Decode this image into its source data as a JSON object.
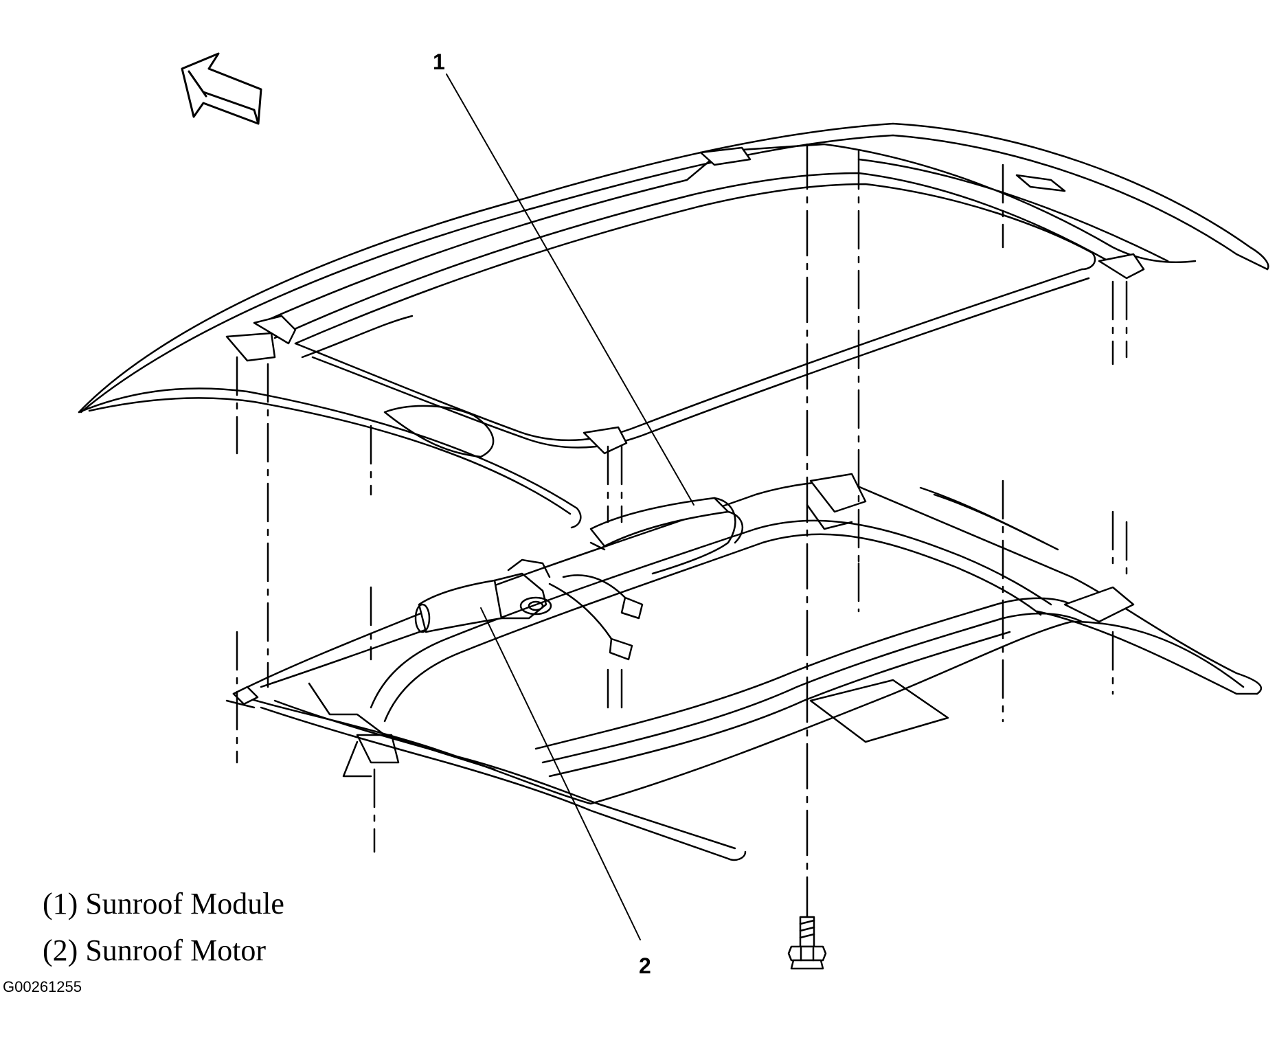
{
  "callouts": {
    "one": "1",
    "two": "2"
  },
  "legend": [
    {
      "number": "(1)",
      "text": "Sunroof Module"
    },
    {
      "number": "(2)",
      "text": "Sunroof Motor"
    }
  ],
  "figure_id": "G00261255",
  "icons": {
    "direction": "front-direction-arrow-icon",
    "fastener": "bolt-icon"
  }
}
